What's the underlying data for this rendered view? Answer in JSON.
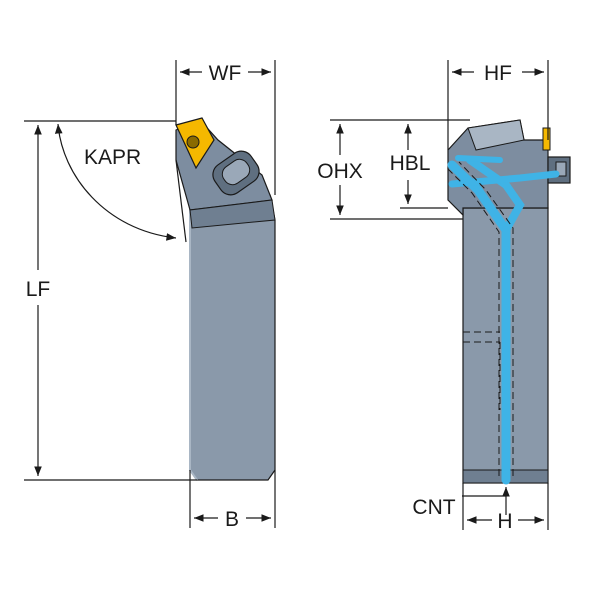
{
  "labels": {
    "wf": "WF",
    "kapr": "KAPR",
    "lf": "LF",
    "b": "B",
    "hf": "HF",
    "ohx": "OHX",
    "hbl": "HBL",
    "cnt": "CNT",
    "h": "H"
  },
  "colors": {
    "body": "#8a99aa",
    "body_shade": "#6f7f91",
    "body_light": "#a9b6c4",
    "insert": "#f5b800",
    "coolant": "#3fb3e6",
    "line": "#1a1a1a"
  }
}
